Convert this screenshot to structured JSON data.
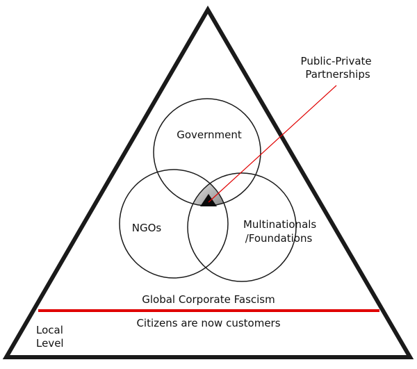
{
  "labels": {
    "public_private": [
      "Public-Private",
      "Partnerships"
    ],
    "government": "Government",
    "ngos": "NGOs",
    "multinationals": [
      "Multinationals",
      "/Foundations"
    ],
    "global_corporate": "Global Corporate Fascism",
    "citizens": "Citizens are now customers",
    "local_level": [
      "Local",
      "Level"
    ]
  },
  "colors": {
    "outline": "#1a1a1a",
    "divider": "#e00000",
    "pointer": "#e00000",
    "center_fill": "#8a8a8a"
  }
}
